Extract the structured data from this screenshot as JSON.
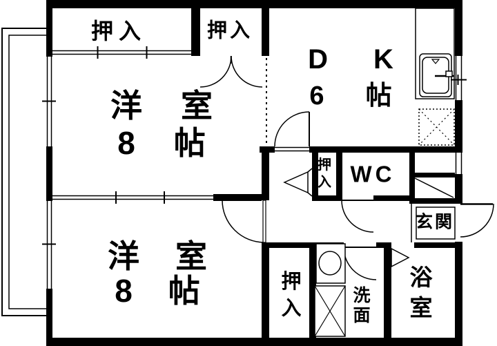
{
  "meta": {
    "type": "floor-plan",
    "colors": {
      "ink": "#000000",
      "paper": "#ffffff"
    }
  },
  "labels": {
    "closet_top_left": "押入",
    "closet_top_mid": "押入",
    "room1": {
      "name": [
        "洋",
        "室"
      ],
      "size": [
        "8",
        "帖"
      ]
    },
    "dk": {
      "name": [
        "D",
        "K"
      ],
      "size": [
        "6",
        "帖"
      ]
    },
    "closet_mid": [
      "押",
      "入"
    ],
    "wc": "WC",
    "entrance": "玄関",
    "room2": {
      "name": [
        "洋",
        "室"
      ],
      "size": [
        "8",
        "帖"
      ]
    },
    "closet_bottom": [
      "押",
      "入"
    ],
    "washroom": [
      "洗",
      "面"
    ],
    "bathroom": [
      "浴",
      "室"
    ]
  },
  "fixtures": {
    "kitchen_sink": "kitchen-sink",
    "refrigerator_space": "refrigerator-space",
    "wash_basin": "wash-basin",
    "washing_machine_space": "washing-machine-space",
    "balcony": "balcony-railing"
  }
}
